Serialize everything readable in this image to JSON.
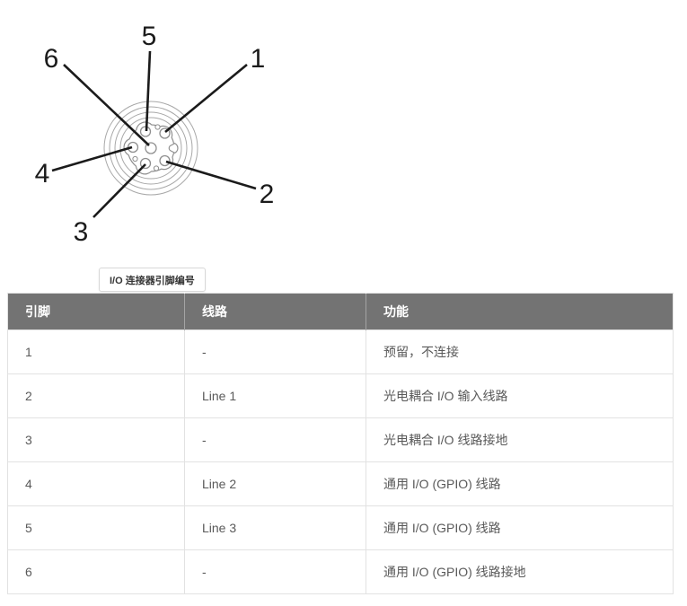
{
  "diagram": {
    "labels": {
      "l1": "1",
      "l2": "2",
      "l3": "3",
      "l4": "4",
      "l5": "5",
      "l6": "6"
    }
  },
  "caption": {
    "text": "I/O 连接器引脚编号"
  },
  "table": {
    "headers": {
      "pin": "引脚",
      "line": "线路",
      "function": "功能"
    },
    "rows": [
      {
        "pin": "1",
        "line": "-",
        "function": "预留，不连接"
      },
      {
        "pin": "2",
        "line": "Line 1",
        "function": "光电耦合 I/O 输入线路"
      },
      {
        "pin": "3",
        "line": "-",
        "function": "光电耦合 I/O 线路接地"
      },
      {
        "pin": "4",
        "line": "Line 2",
        "function": "通用 I/O (GPIO) 线路"
      },
      {
        "pin": "5",
        "line": "Line 3",
        "function": "通用 I/O (GPIO) 线路"
      },
      {
        "pin": "6",
        "line": "-",
        "function": "通用 I/O (GPIO) 线路接地"
      }
    ]
  },
  "colors": {
    "header_bg": "#737373",
    "header_text": "#ffffff",
    "body_text": "#595959",
    "table_border": "#e2e2e2",
    "diagram_ink": "#1b1b1b",
    "connector_stroke": "#8f8f8f",
    "ring_stroke": "#a8a8a8"
  }
}
